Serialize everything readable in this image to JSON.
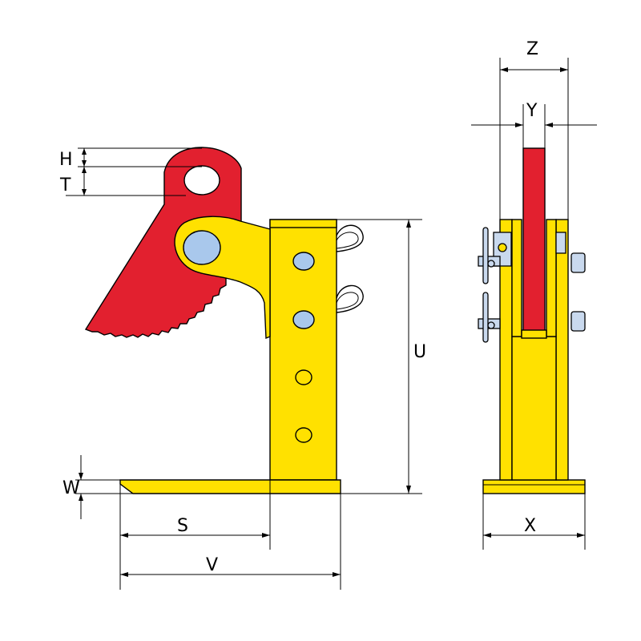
{
  "labels": {
    "H": "H",
    "T": "T",
    "U": "U",
    "W": "W",
    "S": "S",
    "V": "V",
    "Z": "Z",
    "Y": "Y",
    "X": "X"
  },
  "colors": {
    "body": "#FFE100",
    "cam": "#E2202F",
    "pins": "#A9C8EC",
    "outline": "#000000"
  }
}
